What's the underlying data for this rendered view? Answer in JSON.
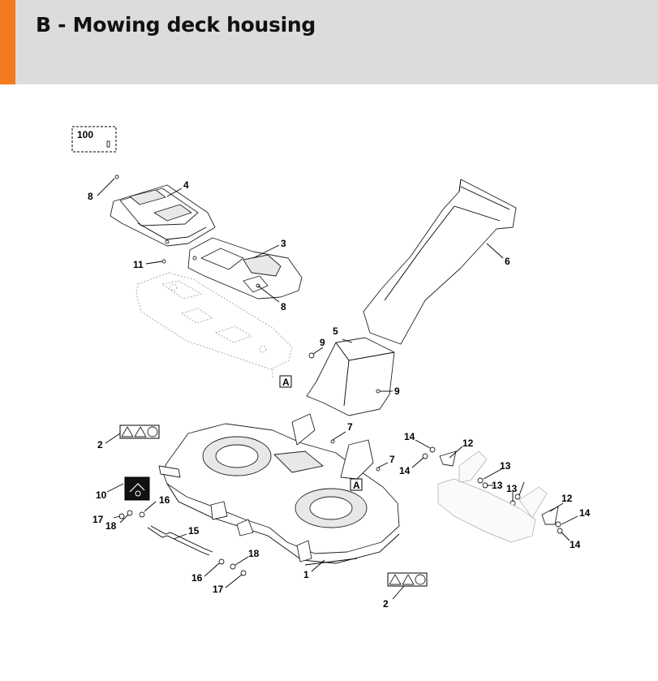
{
  "header": {
    "title": "B - Mowing deck housing",
    "accent_color": "#f37a1f",
    "background": "#dcdcdc"
  },
  "diagram": {
    "labels": {
      "p1": "1",
      "p2a": "2",
      "p2b": "2",
      "p3": "3",
      "p4": "4",
      "p5": "5",
      "p6": "6",
      "p7a": "7",
      "p7b": "7",
      "p8a": "8",
      "p8b": "8",
      "p9a": "9",
      "p9b": "9",
      "p10": "10",
      "p11": "11",
      "p12a": "12",
      "p12b": "12",
      "p13a": "13",
      "p13b": "13",
      "p13c": "13",
      "p14a": "14",
      "p14b": "14",
      "p14c": "14",
      "p14d": "14",
      "p15": "15",
      "p16a": "16",
      "p16b": "16",
      "p17a": "17",
      "p17b": "17",
      "p18a": "18",
      "p18b": "18",
      "p100": "100",
      "refA1": "A",
      "refA2": "A"
    }
  }
}
